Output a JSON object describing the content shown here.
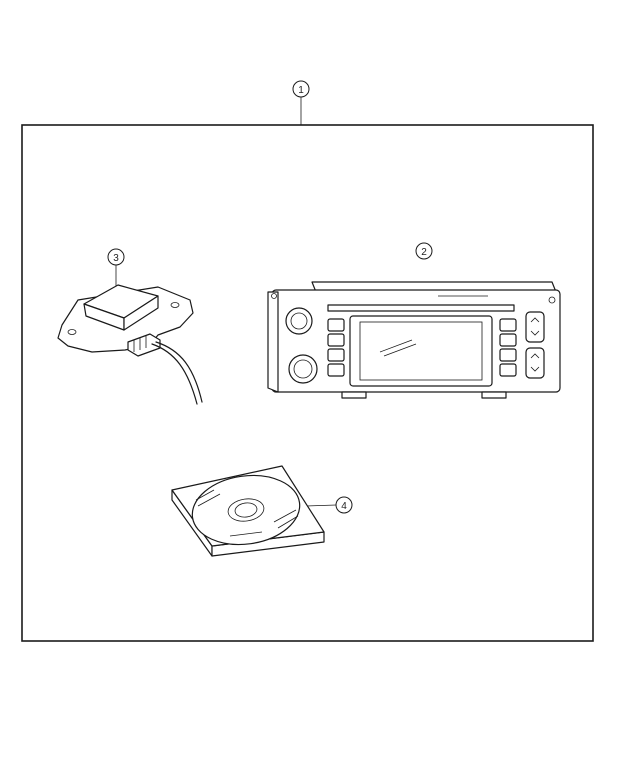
{
  "diagram": {
    "callouts": [
      {
        "id": "callout-1",
        "label": "1"
      },
      {
        "id": "callout-2",
        "label": "2"
      },
      {
        "id": "callout-3",
        "label": "3"
      },
      {
        "id": "callout-4",
        "label": "4"
      }
    ],
    "parts": [
      {
        "callout": "1",
        "name": "kit-frame"
      },
      {
        "callout": "2",
        "name": "navigation-radio-unit"
      },
      {
        "callout": "3",
        "name": "gps-antenna-module"
      },
      {
        "callout": "4",
        "name": "navigation-cd-disc"
      }
    ]
  }
}
